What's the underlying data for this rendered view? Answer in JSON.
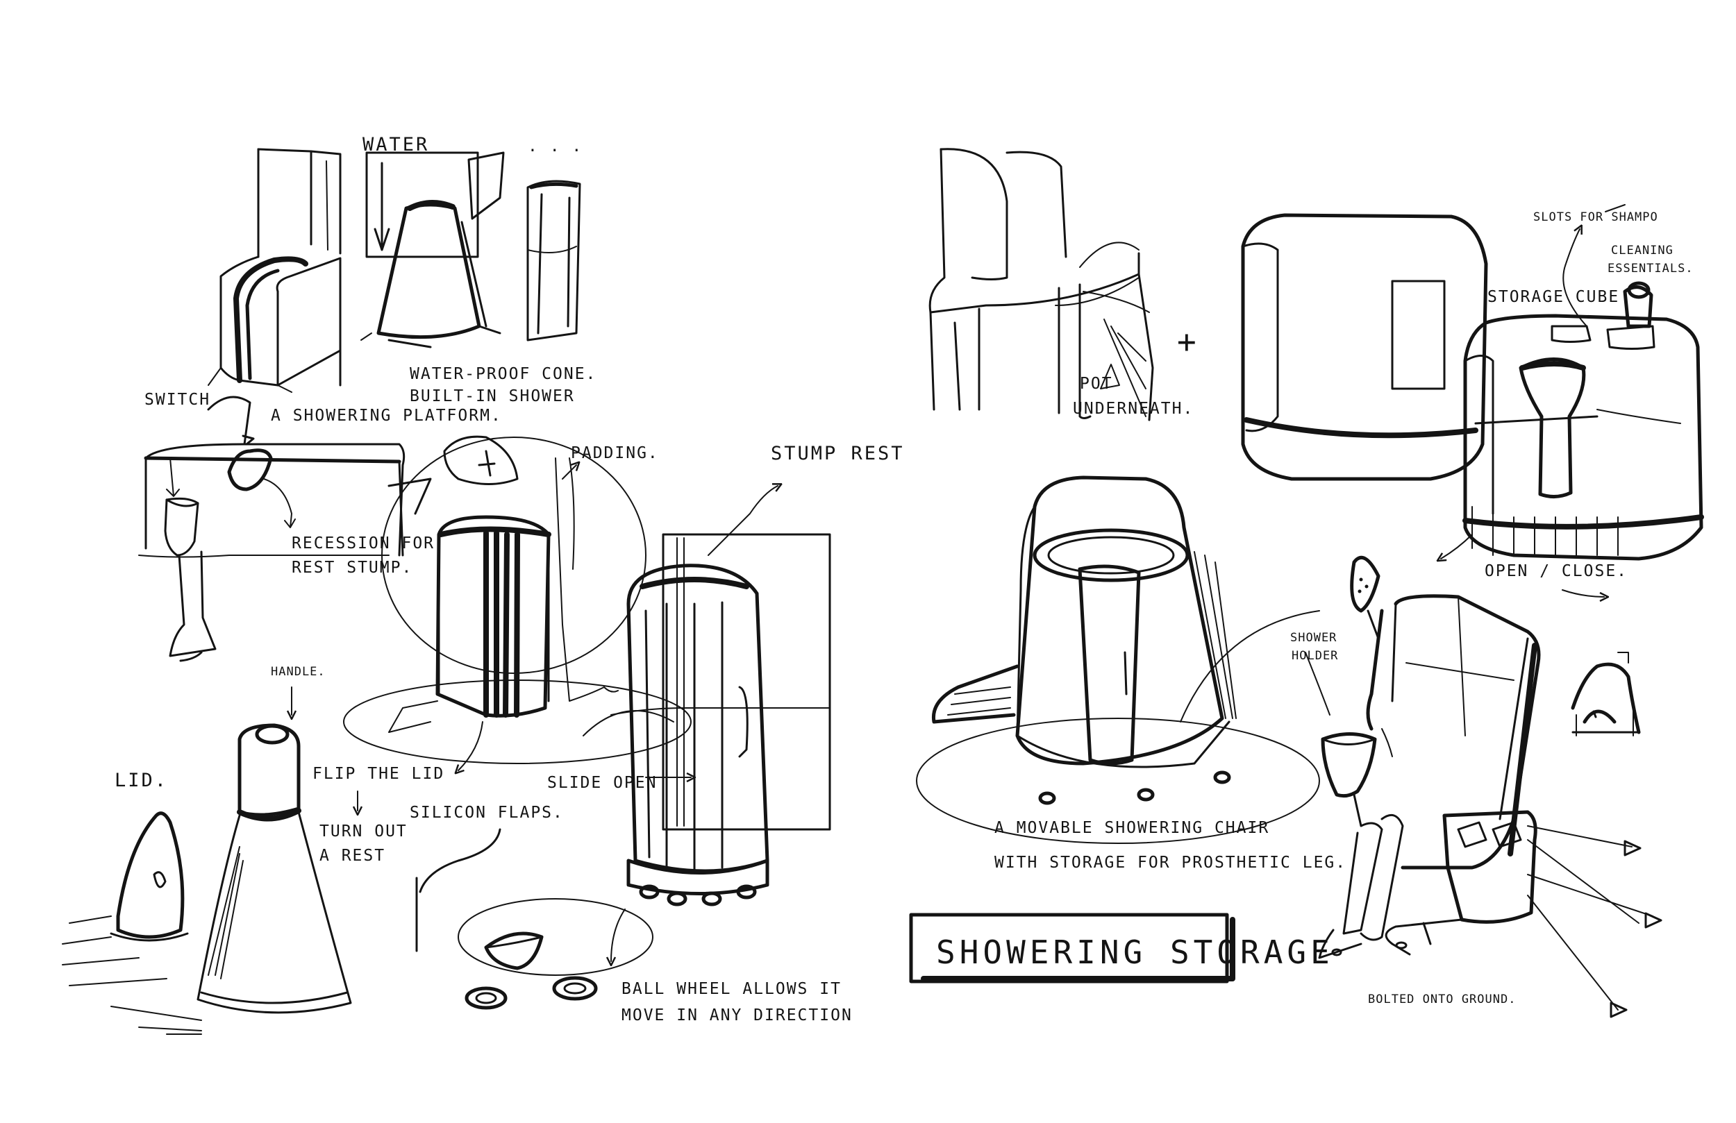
{
  "page": {
    "background": "#ffffff",
    "ink_color": "#141414",
    "style": "hand-drawn pen concept sketches on white paper"
  },
  "left_page": {
    "platform_group": {
      "water_label": "WATER",
      "dots_label": ". . .",
      "cone_caption_line1": "WATER-PROOF CONE.",
      "cone_caption_line2": "BUILT-IN SHOWER",
      "platform_caption": "A SHOWERING PLATFORM."
    },
    "switch_group": {
      "switch_label": "SWITCH",
      "recession_line1": "RECESSION FOR",
      "recession_line2": "REST STUMP."
    },
    "padding_group": {
      "padding_label": "PADDING.",
      "silicon_label": "SILICON FLAPS."
    },
    "stump_group": {
      "stump_label": "STUMP REST",
      "slide_label": "SLIDE OPEN",
      "wheel_line1": "BALL WHEEL ALLOWS IT",
      "wheel_line2": "MOVE IN ANY DIRECTION"
    },
    "lid_group": {
      "handle_label": "HANDLE.",
      "lid_label": "LID.",
      "flip_line1": "FLIP THE LID",
      "flip_line2": "TURN OUT",
      "flip_line3": "A REST"
    }
  },
  "right_page": {
    "chair_group": {
      "plus_sign": "+",
      "pot_line1": "POT",
      "pot_line2": "UNDERNEATH."
    },
    "storage_group": {
      "slots_label": "SLOTS FOR SHAMPO",
      "cleaning_line1": "CLEANING",
      "cleaning_line2": "ESSENTIALS.",
      "cube_label": "STORAGE CUBE",
      "open_close_label": "OPEN / CLOSE."
    },
    "movable_group": {
      "caption_line1": "A MOVABLE SHOWERING CHAIR",
      "caption_line2": "WITH STORAGE FOR PROSTHETIC LEG."
    },
    "title_box": {
      "title": "SHOWERING STORAGE"
    },
    "bolted_group": {
      "holder_line1": "SHOWER",
      "holder_line2": "HOLDER",
      "bolted_label": "BOLTED ONTO GROUND."
    }
  }
}
